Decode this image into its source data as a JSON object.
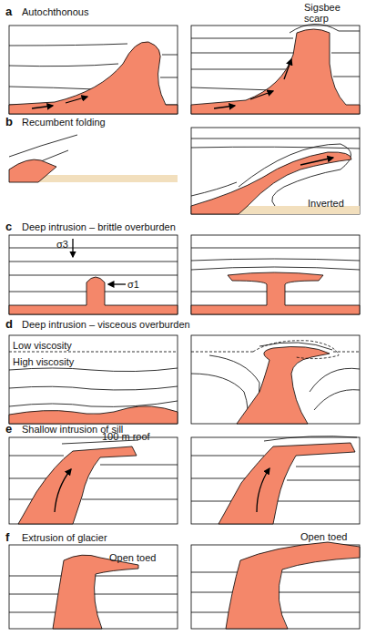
{
  "diagram": {
    "labels": [
      "a",
      "Autochthonous",
      "Sigsbee scarp",
      "b",
      "Recumbent folding",
      "Inverted",
      "c",
      "Deep intrusion – brittle overburden",
      "σ3",
      "σ1",
      "d",
      "Deep intrusion – visceous overburden",
      "Low viscosity",
      "High viscosity",
      "e",
      "Shallow intrusion of sill",
      "100 m roof",
      "f",
      "Extrusion of glacier",
      "Open toed",
      "Open toed"
    ]
  }
}
